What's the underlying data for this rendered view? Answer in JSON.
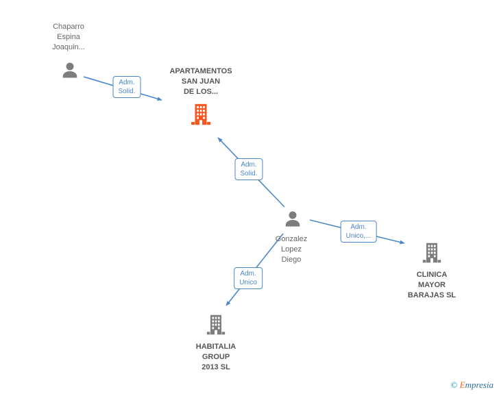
{
  "diagram": {
    "nodes": {
      "person_chaparro": {
        "type": "person",
        "label_lines": [
          "Chaparro",
          "Espina",
          "Joaquin..."
        ]
      },
      "company_apartamentos": {
        "type": "company",
        "highlighted": true,
        "label_lines": [
          "APARTAMENTOS",
          "SAN JUAN",
          "DE LOS..."
        ]
      },
      "person_gonzalez": {
        "type": "person",
        "label_lines": [
          "Gonzalez",
          "Lopez",
          "Diego"
        ]
      },
      "company_clinica": {
        "type": "company",
        "highlighted": false,
        "label_lines": [
          "CLINICA",
          "MAYOR",
          "BARAJAS  SL"
        ]
      },
      "company_habitalia": {
        "type": "company",
        "highlighted": false,
        "label_lines": [
          "HABITALIA",
          "GROUP",
          "2013 SL"
        ]
      }
    },
    "edges": [
      {
        "from": "person_chaparro",
        "to": "company_apartamentos",
        "label_lines": [
          "Adm.",
          "Solid."
        ]
      },
      {
        "from": "person_gonzalez",
        "to": "company_apartamentos",
        "label_lines": [
          "Adm.",
          "Solid."
        ]
      },
      {
        "from": "person_gonzalez",
        "to": "company_clinica",
        "label_lines": [
          "Adm.",
          "Unico,..."
        ]
      },
      {
        "from": "person_gonzalez",
        "to": "company_habitalia",
        "label_lines": [
          "Adm.",
          "Unico"
        ]
      }
    ],
    "colors": {
      "link_blue": "#4a86c8",
      "company_highlight": "#fa541c",
      "node_gray": "#7d7d7d",
      "label_text": "#666666"
    }
  },
  "watermark": {
    "copyright": "©",
    "brand_first": "E",
    "brand_rest": "mpresia"
  }
}
